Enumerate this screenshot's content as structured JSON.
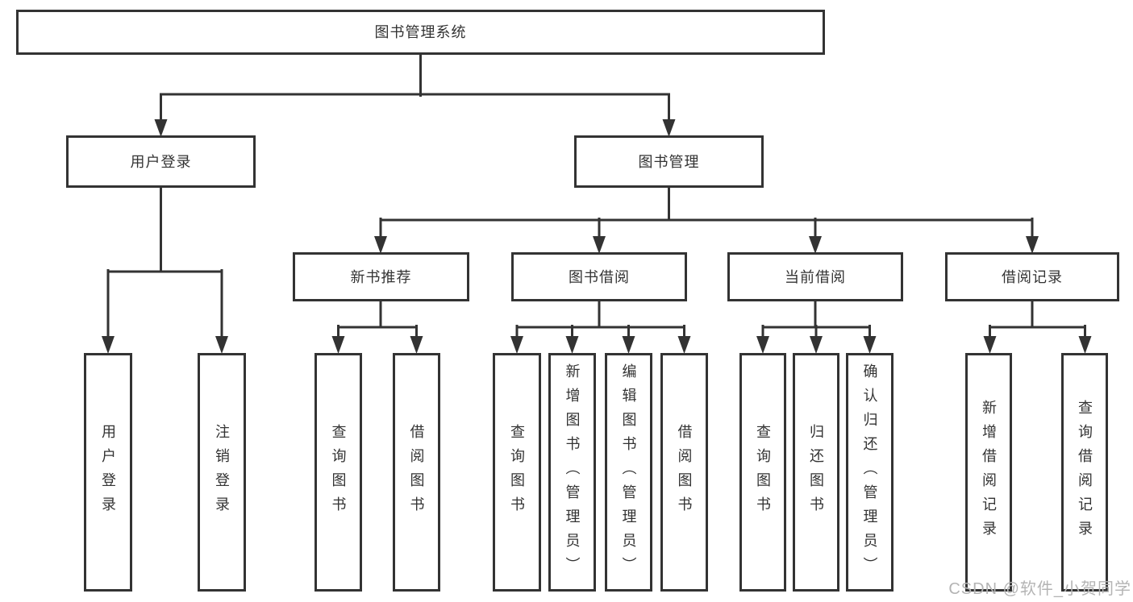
{
  "diagram": {
    "type": "hierarchy-tree",
    "root": {
      "label": "图书管理系统",
      "children": [
        {
          "label": "用户登录",
          "children": [
            {
              "label": "用户登录"
            },
            {
              "label": "注销登录"
            }
          ]
        },
        {
          "label": "图书管理",
          "children": [
            {
              "label": "新书推荐",
              "children": [
                {
                  "label": "查询图书"
                },
                {
                  "label": "借阅图书"
                }
              ]
            },
            {
              "label": "图书借阅",
              "children": [
                {
                  "label": "查询图书"
                },
                {
                  "label": "新增图书（管理员）"
                },
                {
                  "label": "编辑图书（管理员）"
                },
                {
                  "label": "借阅图书"
                }
              ]
            },
            {
              "label": "当前借阅",
              "children": [
                {
                  "label": "查询图书"
                },
                {
                  "label": "归还图书"
                },
                {
                  "label": "确认归还（管理员）"
                }
              ]
            },
            {
              "label": "借阅记录",
              "children": [
                {
                  "label": "新增借阅记录"
                },
                {
                  "label": "查询借阅记录"
                }
              ]
            }
          ]
        }
      ]
    }
  },
  "watermark": {
    "text": "CSDN @软件_小贺同学"
  },
  "colors": {
    "line": "#333333",
    "border": "#333333",
    "text": "#333333",
    "background": "#ffffff",
    "watermark_color": "#b4b4b4"
  }
}
